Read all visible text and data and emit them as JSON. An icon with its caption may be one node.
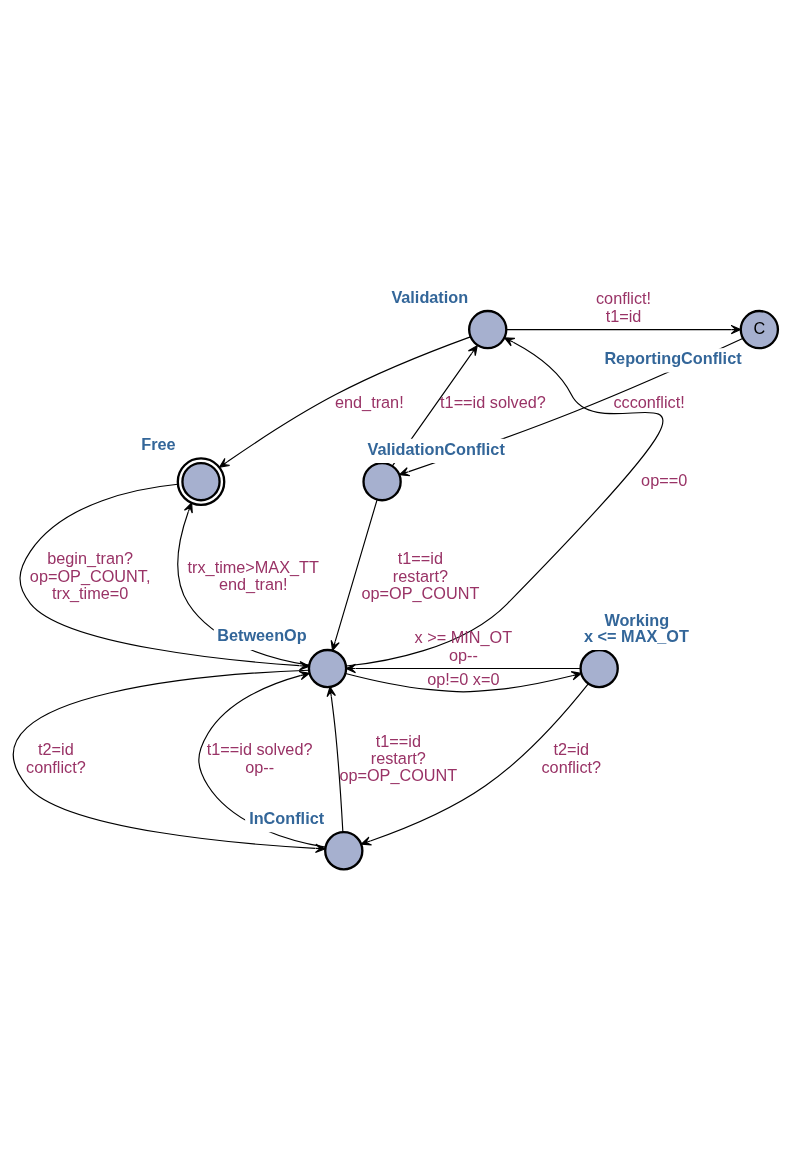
{
  "diagram": {
    "nodes": [
      {
        "text": [
          "Validation"
        ]
      },
      {
        "text": [
          "ReportingConflict",
          "C"
        ]
      },
      {
        "text": [
          "Free"
        ]
      },
      {
        "text": [
          "ValidationConflict"
        ]
      },
      {
        "text": [
          "BetweenOp"
        ]
      },
      {
        "text": [
          "Working",
          "x <= MAX_OT"
        ]
      },
      {
        "text": [
          "InConflict"
        ]
      }
    ],
    "edges": [
      {
        "from": 0,
        "to": 1,
        "arrow": "to",
        "label": "conflict! t1=id"
      },
      {
        "from": 0,
        "to": 2,
        "arrow": "to",
        "label": "end_tran!"
      },
      {
        "from": 1,
        "to": 3,
        "arrow": "to",
        "label": "ccconflict!"
      },
      {
        "from": 3,
        "to": 0,
        "arrow": "to",
        "label": "t1==id solved?"
      },
      {
        "from": 4,
        "to": 0,
        "arrow": "to",
        "label": "op==0"
      },
      {
        "from": 4,
        "to": 2,
        "arrow": "to",
        "label": "trx_time>MAX_TT end_tran!"
      },
      {
        "from": 2,
        "to": 4,
        "arrow": "to",
        "label": "begin_tran? op=OP_COUNT, trx_time=0"
      },
      {
        "from": 3,
        "to": 4,
        "arrow": "to",
        "label": "t1==id restart? op=OP_COUNT"
      },
      {
        "from": 5,
        "to": 4,
        "arrow": "to",
        "label": "x >= MIN_OT op--"
      },
      {
        "from": 4,
        "to": 5,
        "arrow": "to",
        "label": "op!=0 x=0"
      },
      {
        "from": 4,
        "to": 6,
        "arrow": "to",
        "label": "t2=id conflict?"
      },
      {
        "from": 6,
        "to": 4,
        "arrow": "to",
        "label": "t1==id solved? op--"
      },
      {
        "from": 6,
        "to": 4,
        "arrow": "to",
        "label": "t1==id restart? op=OP_COUNT"
      },
      {
        "from": 5,
        "to": 6,
        "arrow": "to",
        "label": "t2=id conflict?"
      }
    ]
  }
}
